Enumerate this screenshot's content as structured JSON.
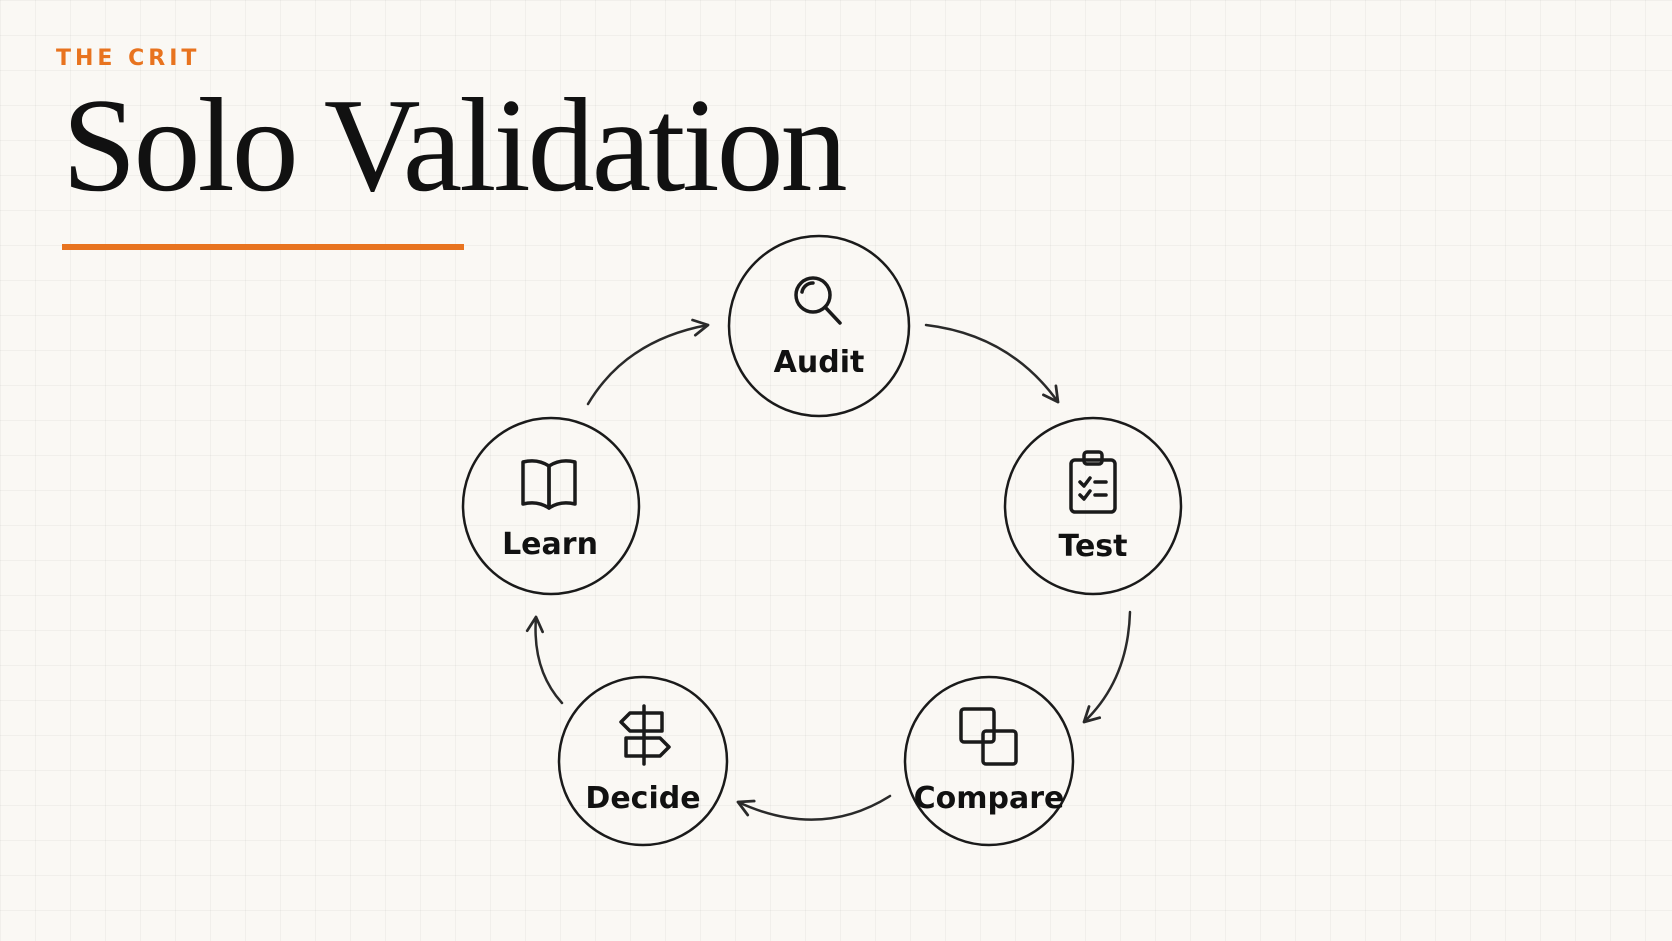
{
  "header": {
    "eyebrow": "THE CRIT",
    "title": "Solo Validation"
  },
  "cycle": {
    "steps": [
      {
        "label": "Audit",
        "icon": "magnifier-icon"
      },
      {
        "label": "Test",
        "icon": "clipboard-checklist-icon"
      },
      {
        "label": "Compare",
        "icon": "overlapping-squares-icon"
      },
      {
        "label": "Decide",
        "icon": "signpost-icon"
      },
      {
        "label": "Learn",
        "icon": "open-book-icon"
      }
    ]
  },
  "colors": {
    "accent": "#e8731f",
    "background": "#faf8f4",
    "ink": "#111111"
  }
}
